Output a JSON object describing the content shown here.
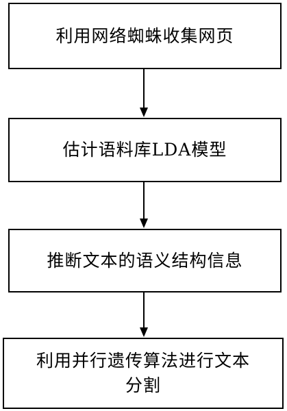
{
  "flowchart": {
    "steps": [
      {
        "label": "利用网络蜘蛛收集网页"
      },
      {
        "label": "估计语料库LDA模型"
      },
      {
        "label": "推断文本的语义结构信息"
      },
      {
        "label": "利用并行遗传算法进行文本\n分割"
      }
    ],
    "colors": {
      "line": "#000000",
      "background": "#ffffff"
    }
  }
}
